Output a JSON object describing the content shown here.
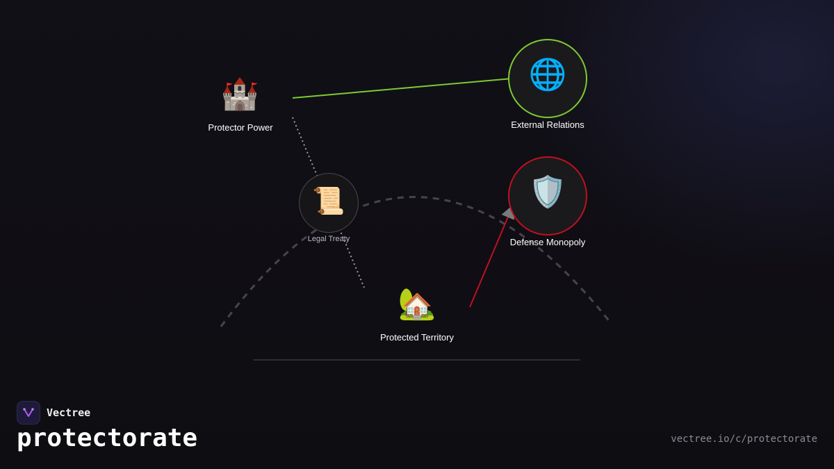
{
  "diagram": {
    "nodes": {
      "protector_power": {
        "label": "Protector Power",
        "icon": "castle-icon",
        "glyph": "🏰"
      },
      "external_relations": {
        "label": "External Relations",
        "icon": "globe-icon",
        "glyph": "🌐",
        "ring_color": "#7ecb2f"
      },
      "legal_treaty": {
        "label": "Legal Treaty",
        "icon": "scroll-icon",
        "glyph": "📜",
        "ring_color": "#4a4a4e"
      },
      "defense_monopoly": {
        "label": "Defense Monopoly",
        "icon": "shield-icon",
        "glyph": "🛡️",
        "ring_color": "#c0101e"
      },
      "protected_territory": {
        "label": "Protected Territory",
        "icon": "house-with-garden-icon",
        "glyph": "🏡"
      }
    },
    "edges": [
      {
        "from": "protector_power",
        "to": "external_relations",
        "color": "#7ecb2f",
        "style": "solid",
        "arrow": true
      },
      {
        "from": "protected_territory",
        "to": "defense_monopoly",
        "color": "#c0101e",
        "style": "solid",
        "arrow": true
      },
      {
        "from": "protector_power",
        "to": "protected_territory",
        "color": "#9a9aa0",
        "style": "dotted",
        "arrow": false
      }
    ]
  },
  "brand": {
    "name": "Vectree",
    "logo_icon": "vectree-logo-icon"
  },
  "title": "protectorate",
  "url": "vectree.io/c/protectorate"
}
